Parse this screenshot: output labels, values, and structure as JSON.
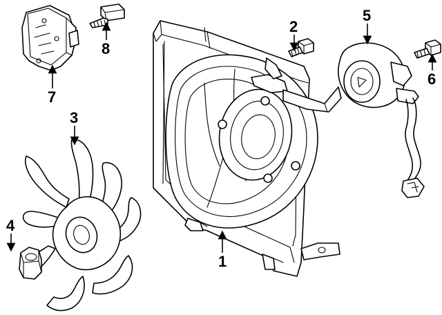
{
  "diagram": {
    "parts": [
      {
        "number": "1",
        "name": "fan-shroud"
      },
      {
        "number": "2",
        "name": "shroud-bolt"
      },
      {
        "number": "3",
        "name": "fan-blade"
      },
      {
        "number": "4",
        "name": "fan-nut"
      },
      {
        "number": "5",
        "name": "fan-motor"
      },
      {
        "number": "6",
        "name": "motor-bolt"
      },
      {
        "number": "7",
        "name": "fan-control-module"
      },
      {
        "number": "8",
        "name": "module-bolt"
      }
    ]
  },
  "colors": {
    "line": "#000000",
    "background": "#ffffff"
  }
}
